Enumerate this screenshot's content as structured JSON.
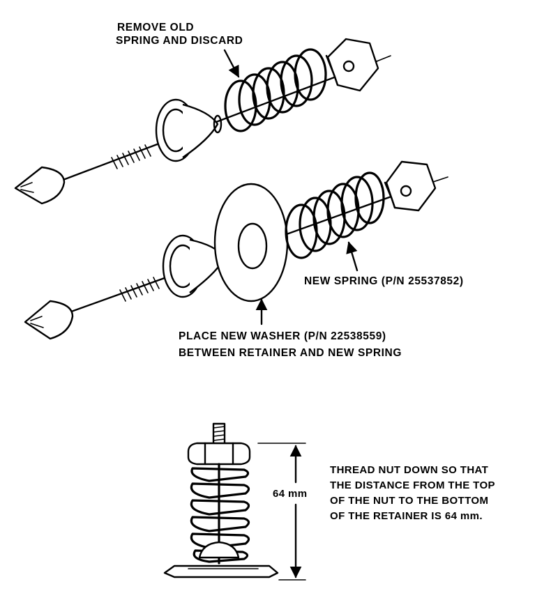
{
  "labels": {
    "remove_old_line1": "REMOVE OLD",
    "remove_old_line2": "SPRING AND DISCARD",
    "new_spring": "NEW SPRING (P/N 25537852)",
    "washer_line1": "PLACE NEW WASHER (P/N 22538559)",
    "washer_line2": "BETWEEN RETAINER AND NEW SPRING",
    "dimension": "64 mm",
    "instruction_line1": "THREAD NUT DOWN SO THAT",
    "instruction_line2": "THE DISTANCE FROM THE TOP",
    "instruction_line3": "OF THE NUT TO THE BOTTOM",
    "instruction_line4": "OF THE RETAINER IS 64 mm."
  }
}
